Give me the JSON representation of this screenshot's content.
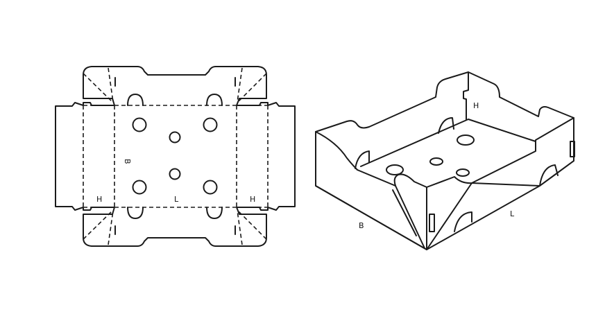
{
  "flat_layout": {
    "labels": {
      "breadth": "B",
      "length": "L",
      "height_left": "H",
      "height_right": "H"
    }
  },
  "box_3d": {
    "labels": {
      "height": "H",
      "breadth": "B",
      "length": "L"
    }
  }
}
